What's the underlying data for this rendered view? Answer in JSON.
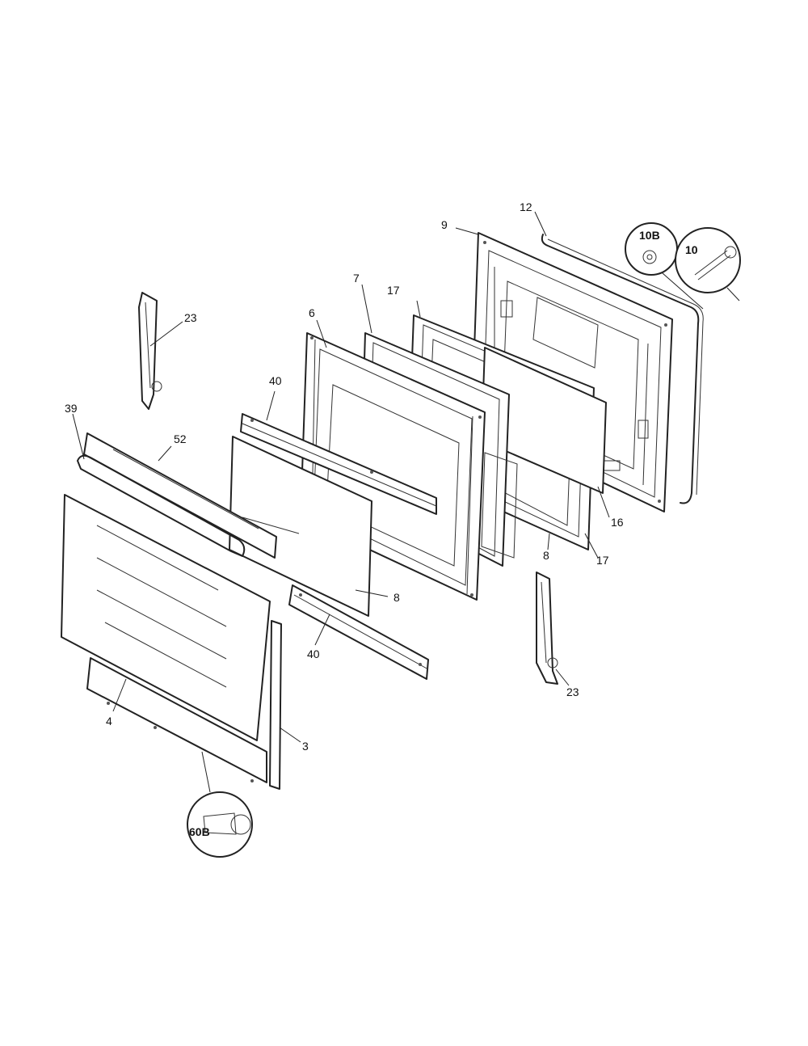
{
  "labels": {
    "p3": "3",
    "p4": "4",
    "p6": "6",
    "p7": "7",
    "p8_glass": "8",
    "p8_bottom": "8",
    "p9": "9",
    "p10": "10",
    "p10b": "10B",
    "p12": "12",
    "p16": "16",
    "p17_top": "17",
    "p17_bottom": "17",
    "p23_left": "23",
    "p23_right": "23",
    "p39": "39",
    "p40_top": "40",
    "p40_bottom": "40",
    "p52": "52",
    "p60b": "60B"
  }
}
